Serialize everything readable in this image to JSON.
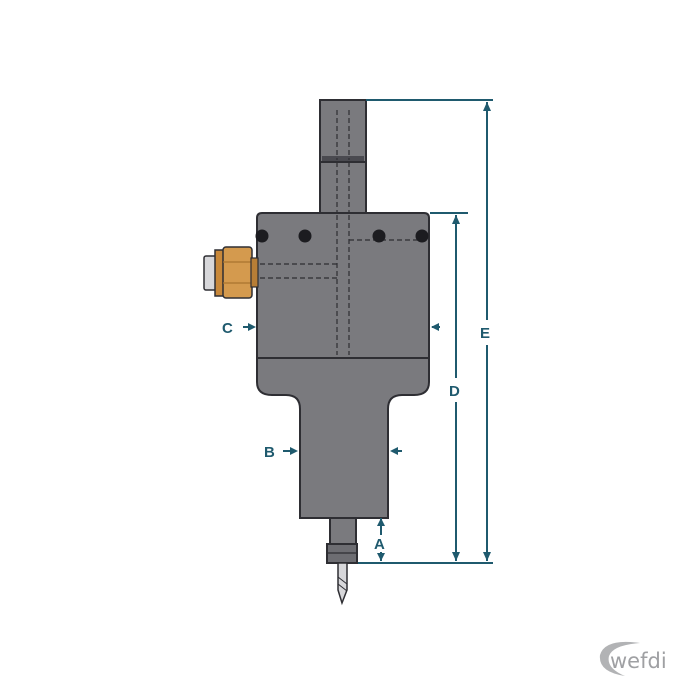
{
  "colors": {
    "body_fill": "#7a7a7e",
    "outline": "#2e2e33",
    "dimension": "#1f5a6e",
    "fitting_brass": "#d49a4e",
    "fitting_brass_dark": "#a9732f",
    "fitting_silver": "#d7d7da",
    "logo": "#9fa0a3"
  },
  "dimensions": {
    "a": "A",
    "b": "B",
    "c": "C",
    "d": "D",
    "e": "E"
  },
  "logo": {
    "text": "wefdi"
  },
  "icons": {
    "air_fitting": "push-in-fitting-icon",
    "bolt": "bolt-head-icon",
    "cutter": "drill-bit-icon"
  }
}
